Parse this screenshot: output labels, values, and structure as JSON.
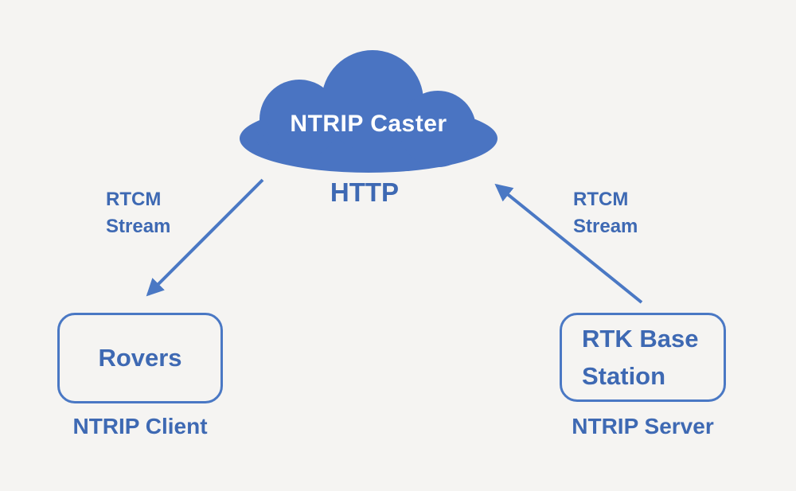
{
  "colors": {
    "background": "#f5f4f2",
    "cloud_fill": "#4a74c2",
    "arrow_stroke": "#4a78c4",
    "box_border": "#4a78c4",
    "blue_text": "#3e69b3",
    "cloud_text": "#ffffff"
  },
  "diagram": {
    "caster": {
      "label": "NTRIP Caster",
      "protocol_label": "HTTP"
    },
    "left_link": {
      "label": "RTCM\nStream"
    },
    "right_link": {
      "label": "RTCM\nStream"
    },
    "client": {
      "box_label": "Rovers",
      "role_label": "NTRIP Client"
    },
    "server": {
      "box_label_line1": "RTK Base",
      "box_label_line2": "Station",
      "role_label": "NTRIP Server"
    }
  }
}
